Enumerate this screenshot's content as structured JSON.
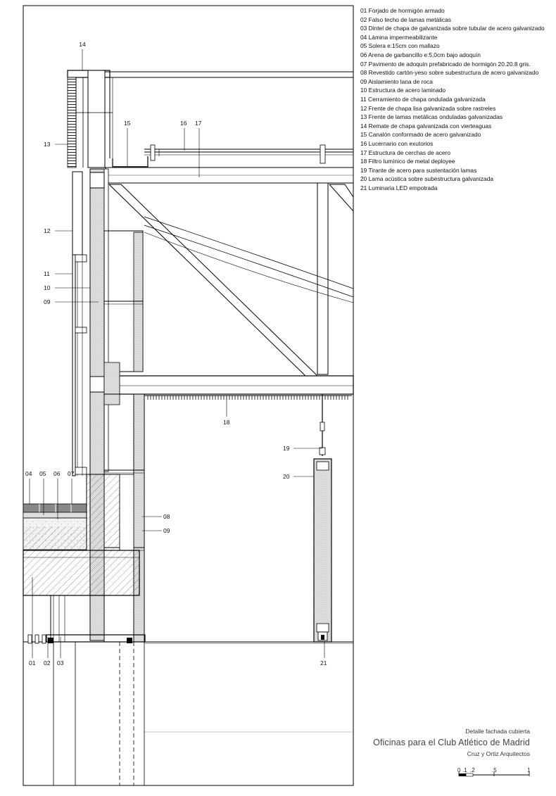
{
  "legend": [
    "01 Forjado de hormigón armado",
    "02 Falso techo de lamas metálicas",
    "03 Dintel de chapa de galvanizada sobre tubular de acero galvanizado",
    "04 Lámina impermeabilizante",
    "05 Solera e:15cm con mallazo",
    "06 Arena de garbancillo e:5,0cm bajo adoquín",
    "07 Pavimento de adoquín prefabricado de hormigón 20.20.8 gris.",
    "08 Revestido cartón-yeso sobre subestructura de acero galvanizado",
    "09 Aislamiento lana de roca",
    "10 Estructura de acero laminado",
    "11 Cerramiento de chapa ondulada galvanizada",
    "12 Frente de chapa lisa galvanizada sobre rastreles",
    "13 Frente de lamas metálicas onduladas galvanizadas",
    "14 Remate de chapa galvanizada con vierteaguas",
    "15 Canalón conformado de acero galvanizado",
    "16 Lucernario con exutorios",
    "17 Estructura de cerchas de acero",
    "18 Filtro lumínico de metal deployee",
    "19 Tirante de acero para sustentación lamas",
    "20 Lama  acústica sobre subestructura galvanizada",
    "21 Luminaria LED empotrada"
  ],
  "callouts": {
    "c01": "01",
    "c02": "02",
    "c03": "03",
    "c04": "04",
    "c05": "05",
    "c06": "06",
    "c07": "07",
    "c08": "08",
    "c09a": "09",
    "c09b": "09",
    "c10": "10",
    "c11": "11",
    "c12": "12",
    "c13": "13",
    "c14": "14",
    "c15": "15",
    "c16": "16",
    "c17": "17",
    "c18": "18",
    "c19": "19",
    "c20": "20",
    "c21": "21"
  },
  "title_block": {
    "subtitle": "Detalle fachada cubierta",
    "title": "Oficinas para el Club Atlético de Madrid",
    "architects": "Cruz y Ortiz Arquitectos"
  },
  "scale_bar": {
    "labels": [
      "0",
      ".1",
      ".2",
      ".5",
      "1"
    ],
    "unit_values": [
      0,
      0.1,
      0.2,
      0.5,
      1
    ]
  }
}
